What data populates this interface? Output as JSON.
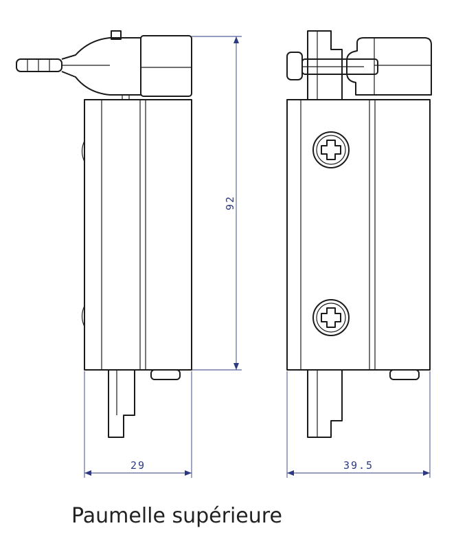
{
  "caption": "Paumelle supérieure",
  "dimensions": {
    "height": "92",
    "left_width": "29",
    "right_width": "39.5"
  },
  "colors": {
    "outline": "#1a1a1a",
    "dimension": "#2d3a82",
    "caption": "#222222"
  }
}
